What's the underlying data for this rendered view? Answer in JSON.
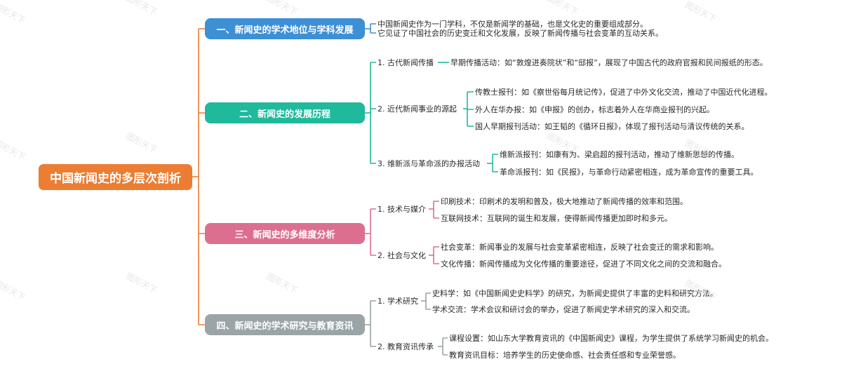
{
  "root": {
    "label": "中国新闻史的多层次剖析",
    "color": "#ec7d32"
  },
  "watermark": "图形天下",
  "sections": [
    {
      "label": "一、新闻史的学术地位与学科发展",
      "color": "#3d8fd6",
      "lines": [
        "中国新闻史作为一门学科，不仅是新闻学的基础，也是文化史的重要组成部分。",
        "它见证了中国社会的历史变迁和文化发展，反映了新闻传播与社会变革的互动关系。"
      ]
    },
    {
      "label": "二、新闻史的发展历程",
      "color": "#1fb99c",
      "subs": [
        {
          "label": "1. 古代新闻传播",
          "items": [
            "早期传播活动：如“敦煌进奏院状”和“邸报”，展现了中国古代的政府官报和民间报纸的形态。"
          ]
        },
        {
          "label": "2. 近代新闻事业的源起",
          "items": [
            "传教士报刊：如《察世俗每月统记传》，促进了中外文化交流，推动了中国近代化进程。",
            "外人在华办报：如《申报》的创办，标志着外人在华商业报刊的兴起。",
            "国人早期报刊活动：如王韬的《循环日报》，体现了报刊活动与清议传统的关系。"
          ]
        },
        {
          "label": "3. 维新派与革命派的办报活动",
          "items": [
            "维新派报刊：如康有为、梁启超的报刊活动，推动了维新思想的传播。",
            "革命派报刊：如《民报》，与革命行动紧密相连，成为革命宣传的重要工具。"
          ]
        }
      ]
    },
    {
      "label": "三、新闻史的多维度分析",
      "color": "#dc6f90",
      "subs": [
        {
          "label": "1. 技术与媒介",
          "items": [
            "印刷技术：印刷术的发明和普及，极大地推动了新闻传播的效率和范围。",
            "互联网技术：互联网的诞生和发展，使得新闻传播更加即时和多元。"
          ]
        },
        {
          "label": "2. 社会与文化",
          "items": [
            "社会变革：新闻事业的发展与社会变革紧密相连，反映了社会变迁的需求和影响。",
            "文化传播：新闻传播成为文化传播的重要途径，促进了不同文化之间的交流和融合。"
          ]
        }
      ]
    },
    {
      "label": "四、新闻史的学术研究与教育资讯",
      "color": "#9ba4a6",
      "subs": [
        {
          "label": "1. 学术研究",
          "items": [
            "史料学：如《中国新闻史史料学》的研究，为新闻史提供了丰富的史料和研究方法。",
            "学术交流：学术会议和研讨会的举办，促进了新闻史学术研究的深入和交流。"
          ]
        },
        {
          "label": "2. 教育资讯传承",
          "items": [
            "课程设置：如山东大学教育资讯的《中国新闻史》课程，为学生提供了系统学习新闻史的机会。",
            "教育资讯目标：培养学生的历史使命感、社会责任感和专业荣誉感。"
          ]
        }
      ]
    }
  ]
}
